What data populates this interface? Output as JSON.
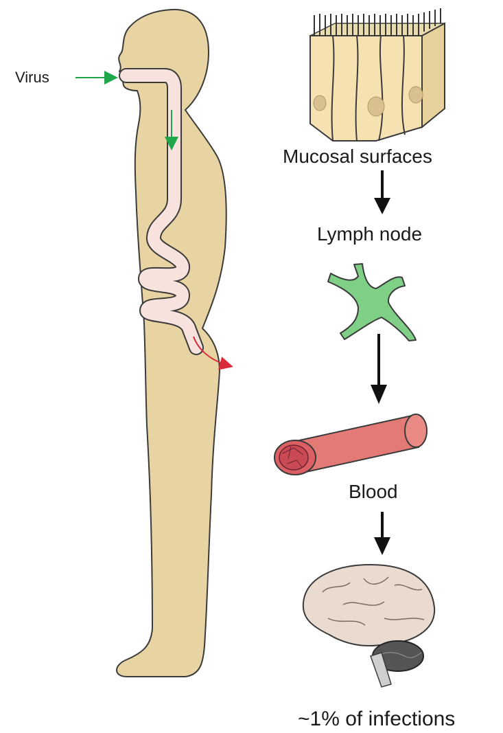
{
  "labels": {
    "virus": "Virus",
    "mucosal": "Mucosal surfaces",
    "lymph": "Lymph node",
    "blood": "Blood",
    "infections": "~1% of infections"
  },
  "colors": {
    "body": "#e8d3a2",
    "outline": "#3a3a3a",
    "gut": "#f8e2de",
    "entry_arrow": "#1fa64a",
    "exit_arrow": "#d92b3a",
    "flow_arrow": "#111111",
    "dendritic_cell": "#7fcf86",
    "vessel": "#e47a76",
    "brain": "#eadbd0",
    "cerebellum": "#555555"
  },
  "icons": [
    "human-body-icon",
    "epithelium-icon",
    "dendritic-cell-icon",
    "blood-vessel-icon",
    "brain-icon"
  ]
}
